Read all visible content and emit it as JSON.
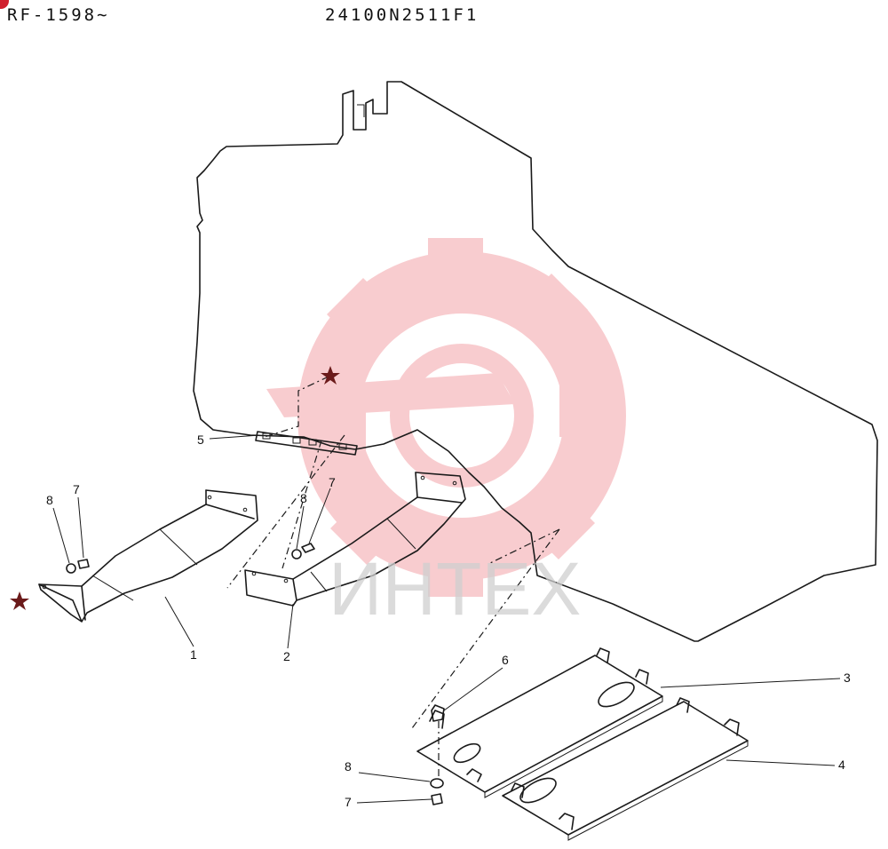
{
  "header": {
    "left_code": "RF-1598∼",
    "right_code": "24100N2511F1"
  },
  "watermark": {
    "text": "ИНТЕХ",
    "color": "#f4a3a8"
  },
  "star_color": "#6b1a1a",
  "callouts": {
    "p1": "1",
    "p2": "2",
    "p3": "3",
    "p4": "4",
    "p5": "5",
    "p6": "6",
    "p7a": "7",
    "p7b": "7",
    "p7c": "7",
    "p8a": "8",
    "p8b": "8",
    "p8c": "8"
  }
}
